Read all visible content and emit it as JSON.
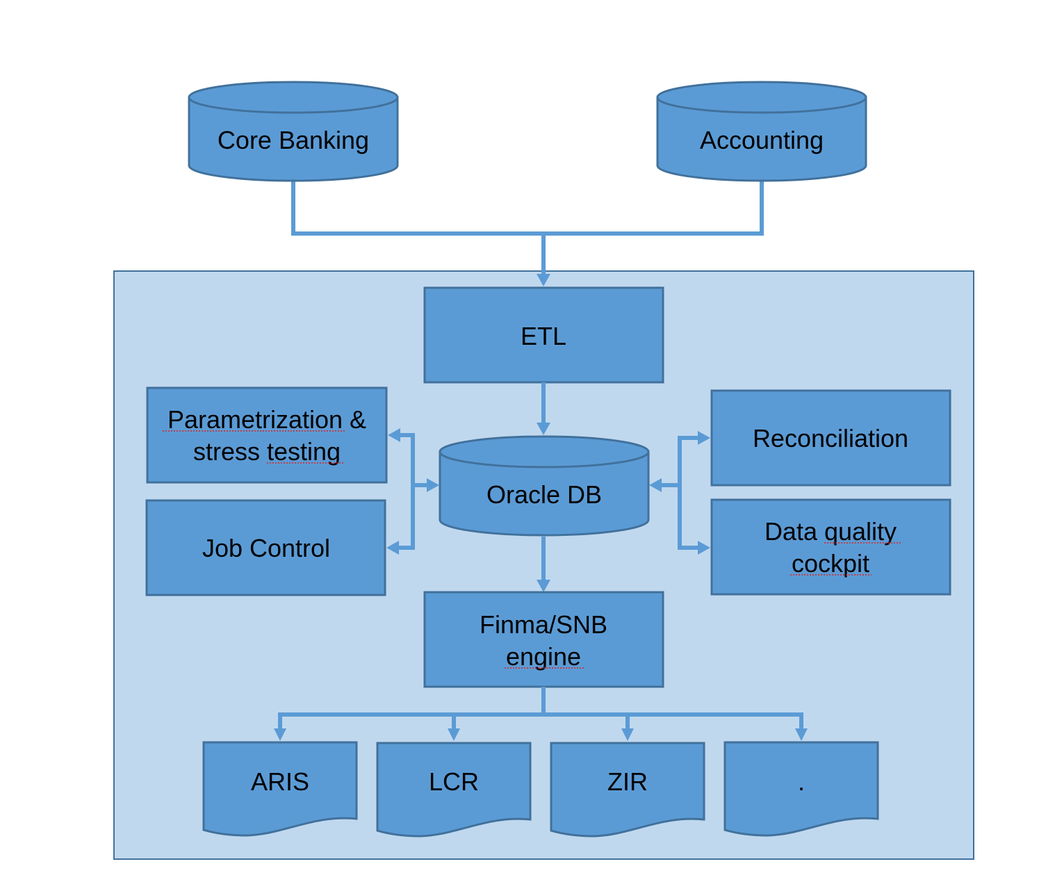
{
  "diagram": {
    "sources": [
      {
        "id": "core-banking",
        "label": "Core Banking"
      },
      {
        "id": "accounting",
        "label": "Accounting"
      }
    ],
    "system": {
      "etl": {
        "label": "ETL"
      },
      "database": {
        "label": "Oracle DB"
      },
      "left_modules": [
        {
          "id": "parametrization",
          "lines": [
            "Parametrization &",
            "stress testing"
          ]
        },
        {
          "id": "job-control",
          "lines": [
            "Job Control"
          ]
        }
      ],
      "right_modules": [
        {
          "id": "reconciliation",
          "lines": [
            "Reconciliation"
          ]
        },
        {
          "id": "data-quality",
          "lines": [
            "Data quality",
            "cockpit"
          ]
        }
      ],
      "engine": {
        "lines": [
          "Finma/SNB",
          "engine"
        ]
      },
      "reports": [
        {
          "id": "aris",
          "label": "ARIS"
        },
        {
          "id": "lcr",
          "label": "LCR"
        },
        {
          "id": "zir",
          "label": "ZIR"
        },
        {
          "id": "other",
          "label": "."
        }
      ]
    },
    "colors": {
      "shape_fill": "#5b9bd5",
      "shape_stroke": "#41719c",
      "container_fill": "#c0d8ee",
      "connector": "#5b9bd5"
    }
  }
}
